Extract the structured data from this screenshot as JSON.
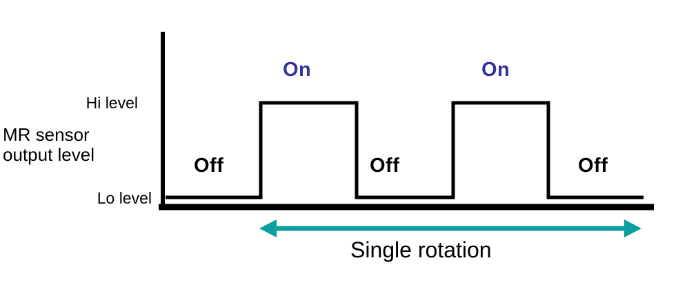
{
  "diagram": {
    "y_axis_title_line1": "MR sensor",
    "y_axis_title_line2": "output level",
    "hi_level_label": "Hi level",
    "lo_level_label": "Lo level",
    "state_labels": {
      "off_1": "Off",
      "on_1": "On",
      "off_2": "Off",
      "on_2": "On",
      "off_3": "Off"
    },
    "rotation_label": "Single rotation"
  },
  "colors": {
    "axis_and_waveform": "#000000",
    "off_label": "#000000",
    "on_label": "#3333a0",
    "rotation_arrow": "#0d9e9e"
  },
  "chart_data": {
    "type": "line",
    "title": "MR sensor output level",
    "y_levels": [
      "Lo level",
      "Hi level"
    ],
    "waveform_states": [
      "Off",
      "On",
      "Off",
      "On",
      "Off"
    ],
    "waveform_levels": [
      "Lo",
      "Hi",
      "Lo",
      "Hi",
      "Lo"
    ],
    "x_annotation": "Single rotation",
    "grid": false,
    "legend": false
  }
}
